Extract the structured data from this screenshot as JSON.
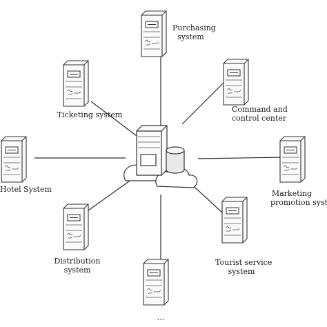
{
  "diagram": {
    "hub": {
      "name": "Central server cloud"
    },
    "nodes": [
      {
        "id": "purchasing",
        "lines": [
          "Purchasing",
          "system"
        ]
      },
      {
        "id": "command",
        "lines": [
          "Command and",
          "control center"
        ]
      },
      {
        "id": "marketing",
        "lines": [
          "Marketing",
          "promotion system"
        ]
      },
      {
        "id": "tourist",
        "lines": [
          "Tourist service",
          "system"
        ]
      },
      {
        "id": "bottom",
        "lines": [
          "...",
          ""
        ]
      },
      {
        "id": "distribution",
        "lines": [
          "Distribution",
          "system"
        ]
      },
      {
        "id": "hotel",
        "lines": [
          "Hotel System",
          ""
        ]
      },
      {
        "id": "ticketing",
        "lines": [
          "Ticketing system",
          ""
        ]
      }
    ]
  }
}
